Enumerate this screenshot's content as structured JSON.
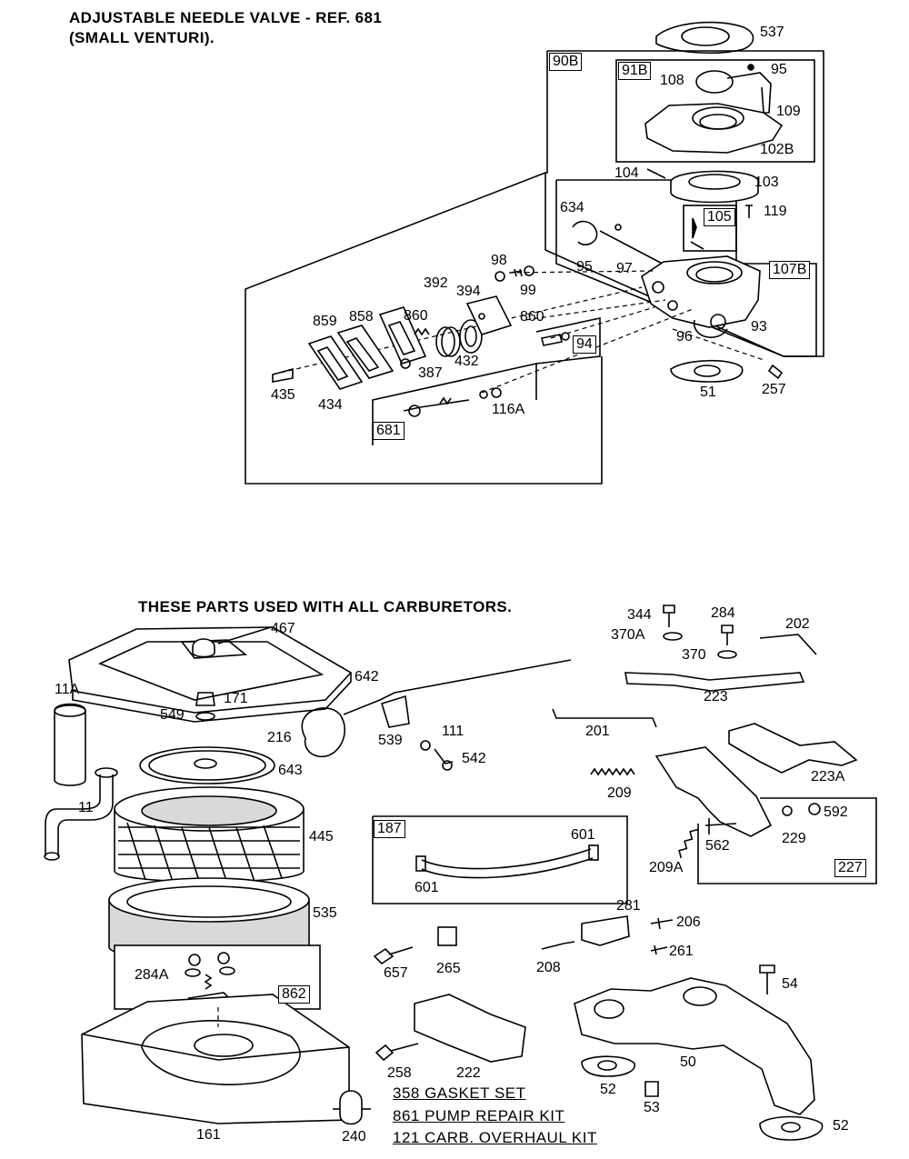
{
  "top_section": {
    "title_line1": "ADJUSTABLE NEEDLE VALVE - REF. 681",
    "title_line2": "(SMALL VENTURI)."
  },
  "bottom_section": {
    "title": "THESE PARTS USED WITH ALL CARBURETORS."
  },
  "boxed_refs": {
    "b90B": "90B",
    "b91B": "91B",
    "b105": "105",
    "b107B": "107B",
    "b94": "94",
    "b681": "681",
    "b187": "187",
    "b227": "227",
    "b862": "862"
  },
  "labels": {
    "p537": "537",
    "p95a": "95",
    "p108": "108",
    "p109": "109",
    "p102B": "102B",
    "p104": "104",
    "p103": "103",
    "p119": "119",
    "p634": "634",
    "p95b": "95",
    "p97": "97",
    "p98": "98",
    "p99": "99",
    "p392": "392",
    "p394": "394",
    "p859": "859",
    "p858": "858",
    "p860a": "860",
    "p860b": "860",
    "p93": "93",
    "p96": "96",
    "p387": "387",
    "p432": "432",
    "p435": "435",
    "p434": "434",
    "p116A": "116A",
    "p51": "51",
    "p257": "257",
    "p467": "467",
    "p642": "642",
    "p11A": "11A",
    "p171": "171",
    "p549": "549",
    "p216": "216",
    "p539": "539",
    "p111": "111",
    "p542": "542",
    "p643": "643",
    "p11": "11",
    "p445": "445",
    "p535": "535",
    "p284A": "284A",
    "p161": "161",
    "p344": "344",
    "p284": "284",
    "p202": "202",
    "p370A": "370A",
    "p370": "370",
    "p223": "223",
    "p201": "201",
    "p223A": "223A",
    "p209": "209",
    "p592": "592",
    "p229": "229",
    "p562": "562",
    "p209A": "209A",
    "p601a": "601",
    "p601b": "601",
    "p281": "281",
    "p206": "206",
    "p261": "261",
    "p208": "208",
    "p657": "657",
    "p265": "265",
    "p54": "54",
    "p258": "258",
    "p222": "222",
    "p50": "50",
    "p52a": "52",
    "p53": "53",
    "p240": "240",
    "p52b": "52"
  },
  "kits": {
    "gasket_set": "358 GASKET SET",
    "pump_repair_kit": "861 PUMP REPAIR KIT",
    "carb_overhaul_kit": "121 CARB. OVERHAUL KIT"
  }
}
